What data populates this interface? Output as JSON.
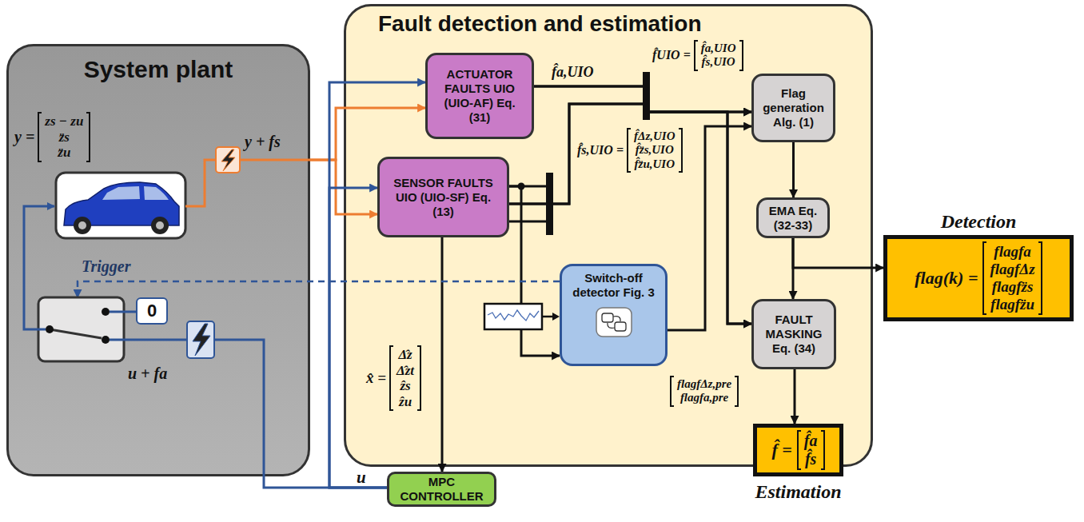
{
  "diagram": {
    "nodes": [
      {
        "text": [
          "System plant"
        ]
      },
      {
        "text": [
          "0"
        ],
        "in": 0
      },
      {
        "text": [
          "Fault detection and estimation"
        ]
      },
      {
        "text": [
          "ACTUATOR FAULTS UIO (UIO-AF) Eq. (31)"
        ],
        "in": 2
      },
      {
        "text": [
          "SENSOR FAULTS UIO (UIO-SF) Eq. (13)"
        ],
        "in": 2
      },
      {
        "text": [
          "Switch-off detector Fig. 3"
        ],
        "in": 2
      },
      {
        "text": [
          "Flag generation Alg. (1)"
        ],
        "in": 2
      },
      {
        "text": [
          "EMA Eq. (32-33)"
        ],
        "in": 2
      },
      {
        "text": [
          "FAULT MASKING Eq. (34)"
        ],
        "in": 2
      },
      {
        "text": [
          "MPC CONTROLLER"
        ]
      },
      {
        "text": [
          "Detection",
          "flag(k) =",
          "flagfa",
          "flagfΔz",
          "flagfz̈s",
          "flagfz̈u"
        ]
      },
      {
        "text": [
          "f̂ =",
          "f̂a",
          "f̂s",
          "Estimation"
        ]
      }
    ],
    "edges": [
      {
        "from": 0,
        "to": 3,
        "arrow": "to"
      },
      {
        "from": 0,
        "to": 4,
        "arrow": "to"
      },
      {
        "from": 9,
        "to": 3,
        "arrow": "to"
      },
      {
        "from": 9,
        "to": 4,
        "arrow": "to"
      },
      {
        "from": 9,
        "to": 0,
        "arrow": "none"
      },
      {
        "from": 3,
        "to": 6,
        "arrow": "to"
      },
      {
        "from": 4,
        "to": 6,
        "arrow": "to"
      },
      {
        "from": 3,
        "to": 8,
        "arrow": "to"
      },
      {
        "from": 4,
        "to": 8,
        "arrow": "to"
      },
      {
        "from": 4,
        "to": 5,
        "arrow": "to"
      },
      {
        "from": 4,
        "to": 9,
        "arrow": "to"
      },
      {
        "from": 5,
        "to": 6,
        "arrow": "to"
      },
      {
        "from": 5,
        "to": 0,
        "label": "Trigger",
        "arrow": "to"
      },
      {
        "from": 6,
        "to": 7,
        "arrow": "to"
      },
      {
        "from": 7,
        "to": 10,
        "arrow": "to"
      },
      {
        "from": 7,
        "to": 8,
        "arrow": "to"
      },
      {
        "from": 8,
        "to": 11,
        "arrow": "to"
      }
    ],
    "labels": [
      "y =",
      "zs − zu",
      "z̈s",
      "z̈u",
      "y + fs",
      "u + fa",
      "f̂a,UIO",
      "f̂UIO =",
      "f̂a,UIO",
      "f̂s,UIO",
      "f̂s,UIO =",
      "f̂Δz,UIO",
      "f̂z̈s,UIO",
      "f̂z̈u,UIO",
      "x̂ =",
      "Δ̂z",
      "Δ̂zt",
      "ẑs",
      "ẑu",
      "flagfΔz,pre",
      "flagfa,pre",
      "u"
    ]
  }
}
